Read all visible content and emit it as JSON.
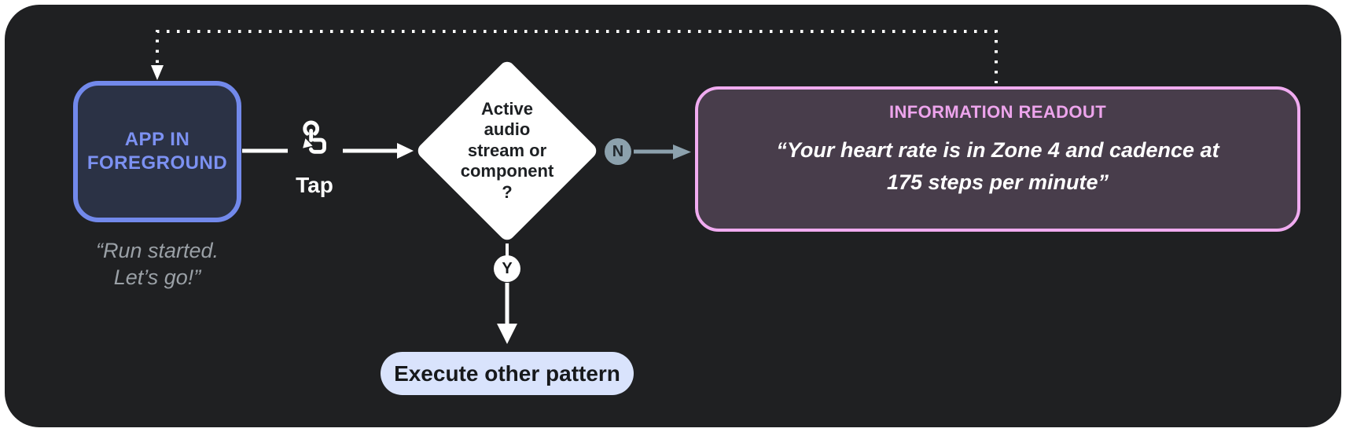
{
  "colors": {
    "panel_bg": "#1f2022",
    "app_border": "#7289eb",
    "app_fill": "#2b3245",
    "app_text": "#7c91f2",
    "speech_gray": "#9aa0a6",
    "branch_slate": "#8ca1ad",
    "readout_border": "#f0abf0",
    "readout_fill": "#483d4b",
    "readout_title": "#eda4ec",
    "pill_fill": "#d9e3fc"
  },
  "flow": {
    "app_node": {
      "line1": "APP IN",
      "line2": "FOREGROUND"
    },
    "app_speech": {
      "line1": "“Run started.",
      "line2": "Let’s go!”"
    },
    "tap": {
      "label": "Tap",
      "icon": "tap-gesture-icon"
    },
    "decision": {
      "line1": "Active",
      "line2": "audio",
      "line3": "stream or",
      "line4": "component",
      "line5": "?"
    },
    "branch_no": {
      "label": "N"
    },
    "branch_yes": {
      "label": "Y"
    },
    "readout": {
      "title": "INFORMATION READOUT",
      "quote_line1": "“Your heart rate is in Zone 4 and cadence at",
      "quote_line2": "175 steps per minute”"
    },
    "execute": {
      "label": "Execute other pattern"
    }
  }
}
